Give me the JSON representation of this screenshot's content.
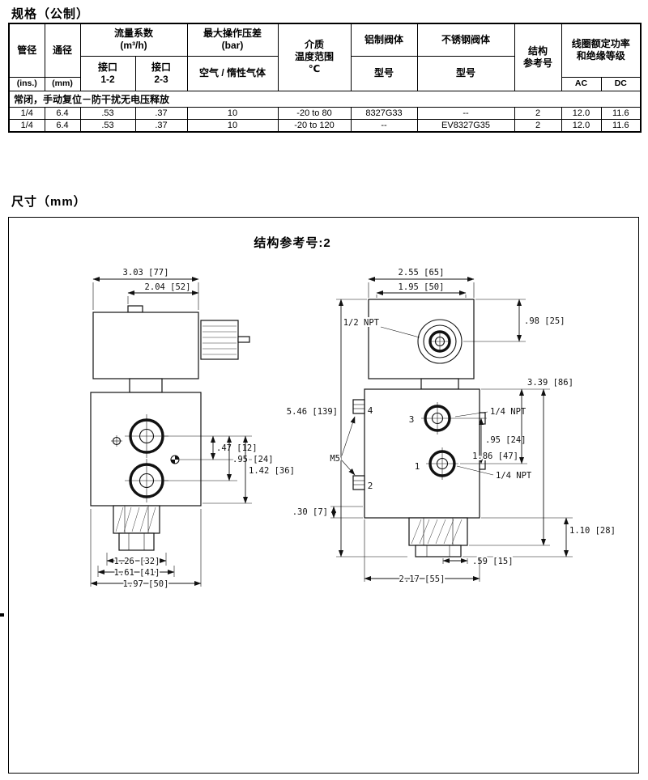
{
  "page": {
    "spec_title": "规格（公制）",
    "dim_title": "尺寸（mm）"
  },
  "table": {
    "headers": {
      "pipe_size": "管径",
      "pipe_size_unit": "(ins.)",
      "orifice": "通径",
      "orifice_unit": "(mm)",
      "flow": "流量系数\n(m³/h)",
      "port_12": "接口\n1-2",
      "port_23": "接口\n2-3",
      "max_pressure": "最大操作压差\n(bar)",
      "air_inert": "空气 / 惰性气体",
      "media_temp": "介质\n温度范围\n℃",
      "aluminum_body": "铝制阀体",
      "aluminum_model": "型号",
      "stainless_body": "不锈钢阀体",
      "stainless_model": "型号",
      "construction_ref": "结构\n参考号",
      "coil_power": "线圈额定功率\n和绝缘等级",
      "ac": "AC",
      "dc": "DC"
    },
    "section_row": "常闭，手动复位－防干扰无电压释放",
    "rows": [
      [
        "1/4",
        "6.4",
        ".53",
        ".37",
        "10",
        "-20 to 80",
        "8327G33",
        "--",
        "2",
        "12.0",
        "11.6"
      ],
      [
        "1/4",
        "6.4",
        ".53",
        ".37",
        "10",
        "-20 to 120",
        "--",
        "EV8327G35",
        "2",
        "12.0",
        "11.6"
      ]
    ]
  },
  "drawing": {
    "title": "结构参考号:2",
    "left": {
      "dims": [
        "3.03 [77]",
        "2.04 [52]",
        ".47 [12]",
        ".95 [24]",
        "1.42 [36]",
        "1.26 [32]",
        "1.61 [41]",
        "1.97 [50]"
      ]
    },
    "right": {
      "dims": [
        "2.55 [65]",
        "1.95 [50]",
        "1/2 NPT",
        ".98 [25]",
        "5.46 [139]",
        "3.39 [86]",
        "1/4 NPT",
        ".95 [24]",
        "1.86 [47]",
        "1/4 NPT",
        "M5",
        ".30 [7]",
        "1.10 [28]",
        ".59 [15]",
        "2.17 [55]"
      ],
      "ports": [
        "3",
        "4",
        "1",
        "2"
      ]
    }
  }
}
